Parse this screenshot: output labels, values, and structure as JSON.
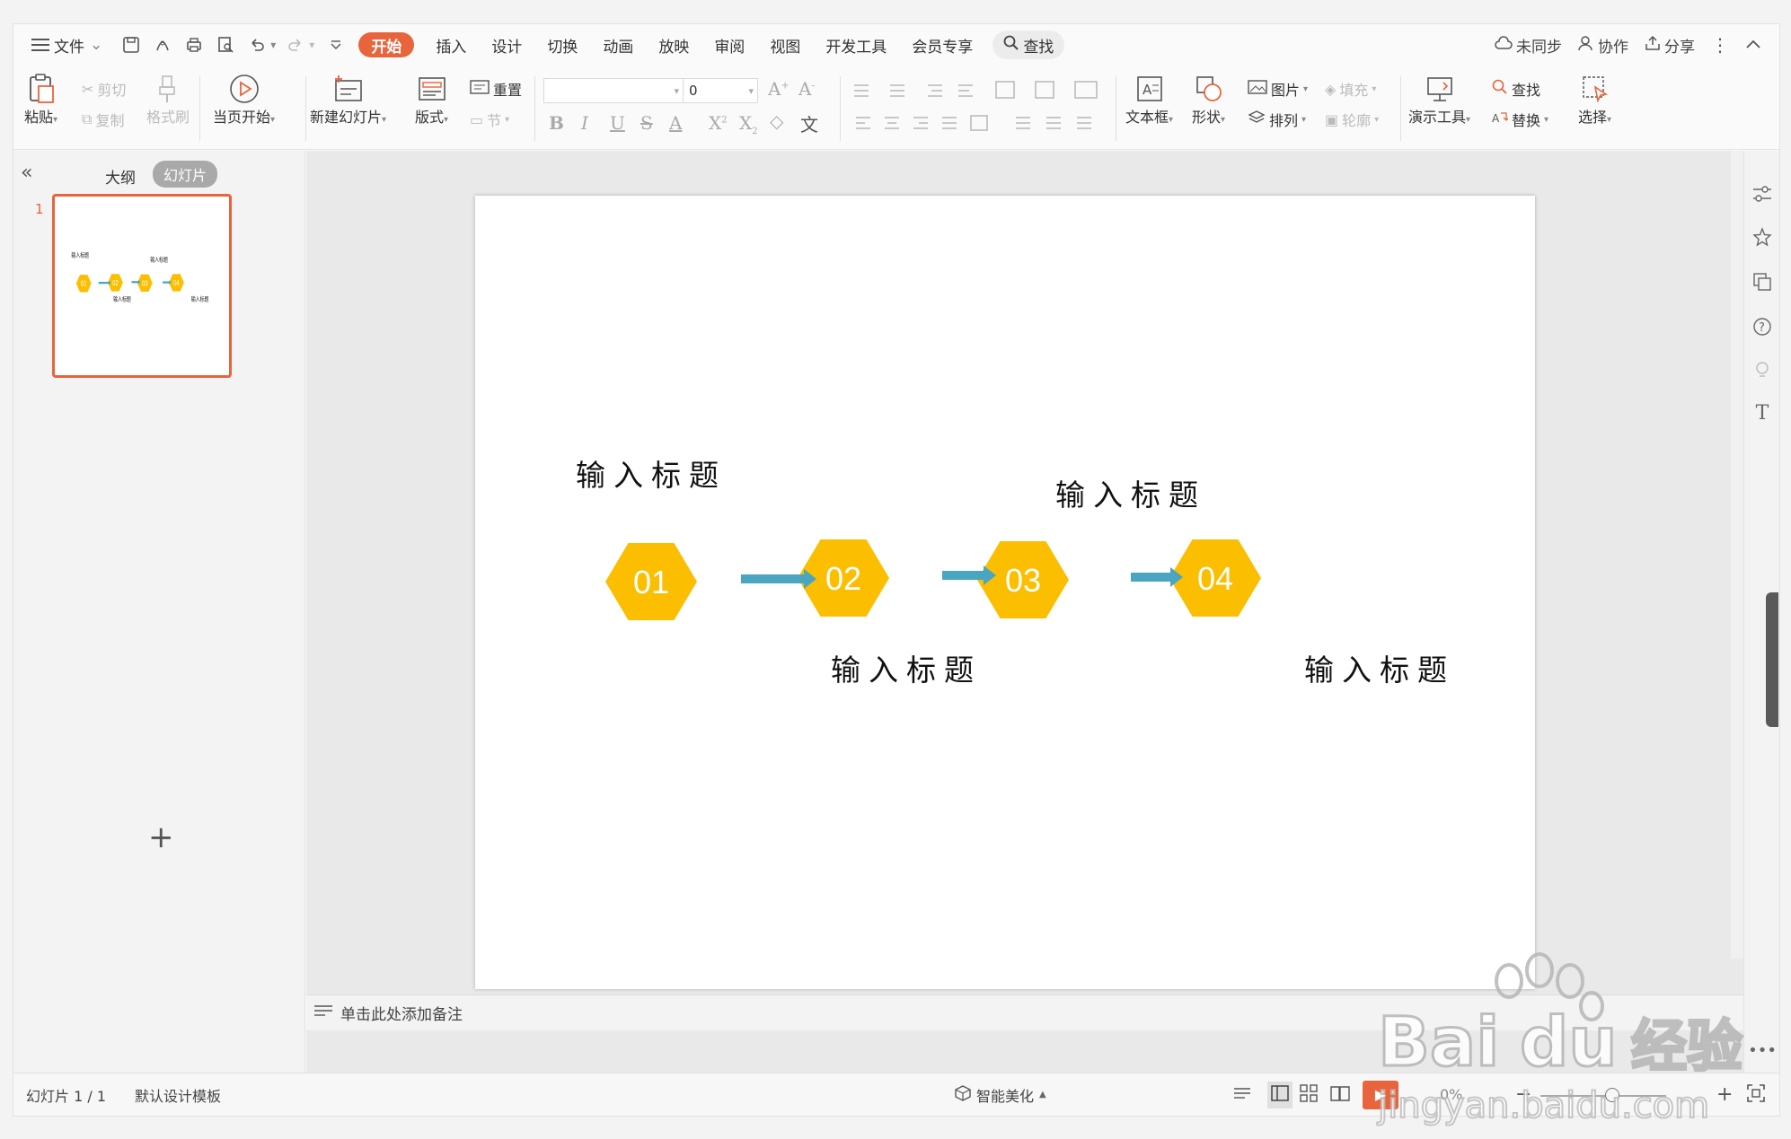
{
  "menubar": {
    "file_label": "文件",
    "tabs": [
      {
        "label": "开始",
        "active": true
      },
      {
        "label": "插入"
      },
      {
        "label": "设计"
      },
      {
        "label": "切换"
      },
      {
        "label": "动画"
      },
      {
        "label": "放映"
      },
      {
        "label": "审阅"
      },
      {
        "label": "视图"
      },
      {
        "label": "开发工具"
      },
      {
        "label": "会员专享"
      }
    ],
    "search_label": "查找",
    "right": {
      "sync": "未同步",
      "collab": "协作",
      "share": "分享"
    }
  },
  "ribbon": {
    "paste": "粘贴",
    "cut": "剪切",
    "copy": "复制",
    "format_painter": "格式刷",
    "play_from_current": "当页开始",
    "new_slide": "新建幻灯片",
    "layout": "版式",
    "reset": "重置",
    "section": "节",
    "font_size_value": "0",
    "textbox": "文本框",
    "shape": "形状",
    "picture": "图片",
    "fill": "填充",
    "arrange": "排列",
    "outline": "轮廓",
    "presenter_tools": "演示工具",
    "find": "查找",
    "replace": "替换",
    "select": "选择"
  },
  "leftpanel": {
    "tab_outline": "大纲",
    "tab_slides": "幻灯片",
    "slide_number": "1"
  },
  "slide": {
    "steps": [
      "01",
      "02",
      "03",
      "04"
    ],
    "titles": [
      "输入标题",
      "输入标题",
      "输入标题",
      "输入标题"
    ],
    "hex_color": "#fbbe00",
    "arrow_color": "#4aa5c0"
  },
  "notes": {
    "placeholder": "单击此处添加备注"
  },
  "statusbar": {
    "slide_info": "幻灯片 1 / 1",
    "template": "默认设计模板",
    "smart_beautify": "智能美化",
    "zoom": "0%"
  },
  "watermark": {
    "brand": "Bai",
    "brand_cn": "经验",
    "url": "jingyan.baidu.com"
  }
}
